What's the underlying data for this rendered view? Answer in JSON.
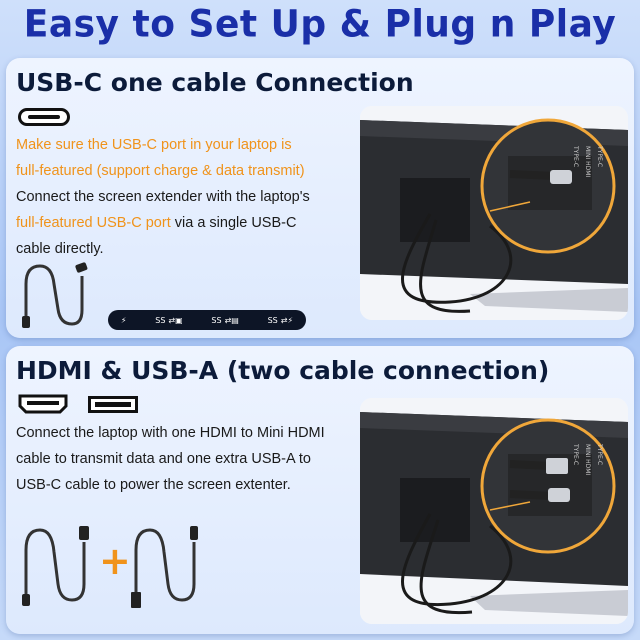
{
  "title": "Easy to Set Up & Plug n Play",
  "section1": {
    "heading": "USB-C one cable Connection",
    "note_line1": "Make sure the USB-C port in your laptop is",
    "note_line2": "full-featured (support charge & data transmit)",
    "body_line1": "Connect the screen extender with the laptop's",
    "body_line2_highlight": "full-featured USB-C port",
    "body_line2_rest": " via a single USB-C",
    "body_line3": "cable directly.",
    "port_badges": [
      "SS",
      "SS",
      "SS"
    ],
    "photo_labels": [
      "TYPE-C",
      "MINI HDMI",
      "TYPE-C"
    ]
  },
  "section2": {
    "heading": "HDMI & USB-A (two cable connection)",
    "body_line1": "Connect the laptop with one HDMI to Mini HDMI",
    "body_line2": "cable to transmit data and one extra USB-A to",
    "body_line3": "USB-C cable to power the screen extenter.",
    "plus_symbol": "+",
    "photo_labels": [
      "TYPE-C",
      "MINI HDMI",
      "TYPE-C"
    ]
  },
  "colors": {
    "title_blue": "#1a2fa8",
    "highlight_orange": "#f0931b",
    "badge_navy": "#0d1526"
  },
  "icons": [
    "usb-c-port-icon",
    "hdmi-port-icon",
    "usb-a-port-icon",
    "thunderbolt-icon",
    "usb-c-cable-icon",
    "hdmi-cable-icon",
    "usb-a-cable-icon"
  ]
}
